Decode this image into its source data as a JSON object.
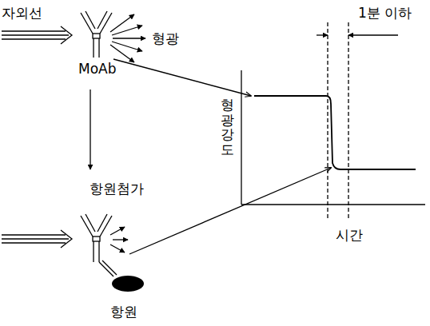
{
  "diagram": {
    "labels": [
      "자외선",
      "형광",
      "MoAb",
      "항원첨가",
      "항원",
      "1분 이하",
      "형광강도",
      "시간"
    ]
  }
}
